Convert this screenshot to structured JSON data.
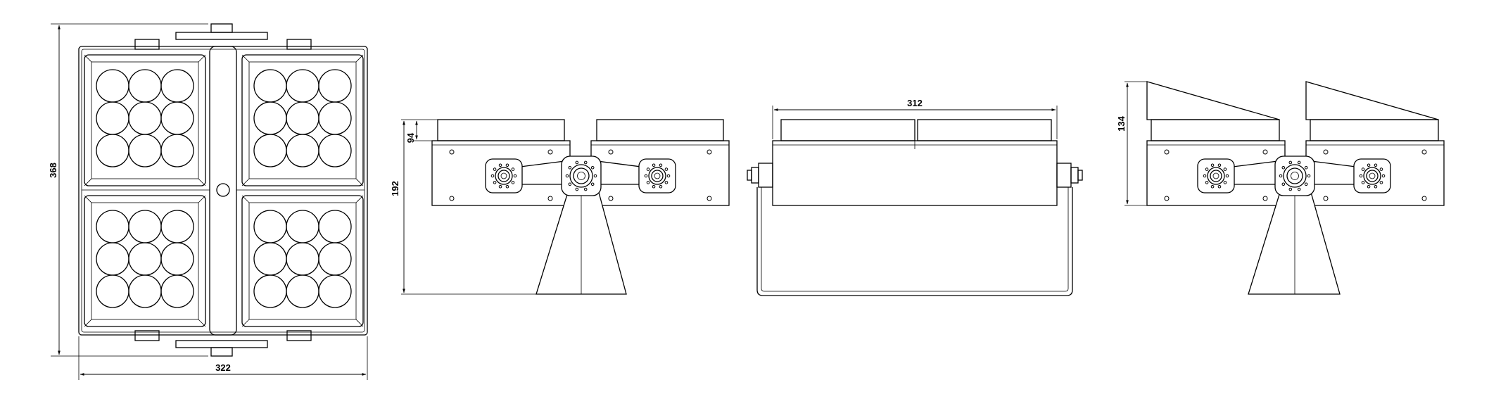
{
  "dimensions": {
    "front_height": "368",
    "front_width": "322",
    "side_depth": "94",
    "side_height": "192",
    "top_width": "312",
    "tilt_height": "134"
  },
  "colors": {
    "line": "#000000",
    "background": "#ffffff"
  }
}
